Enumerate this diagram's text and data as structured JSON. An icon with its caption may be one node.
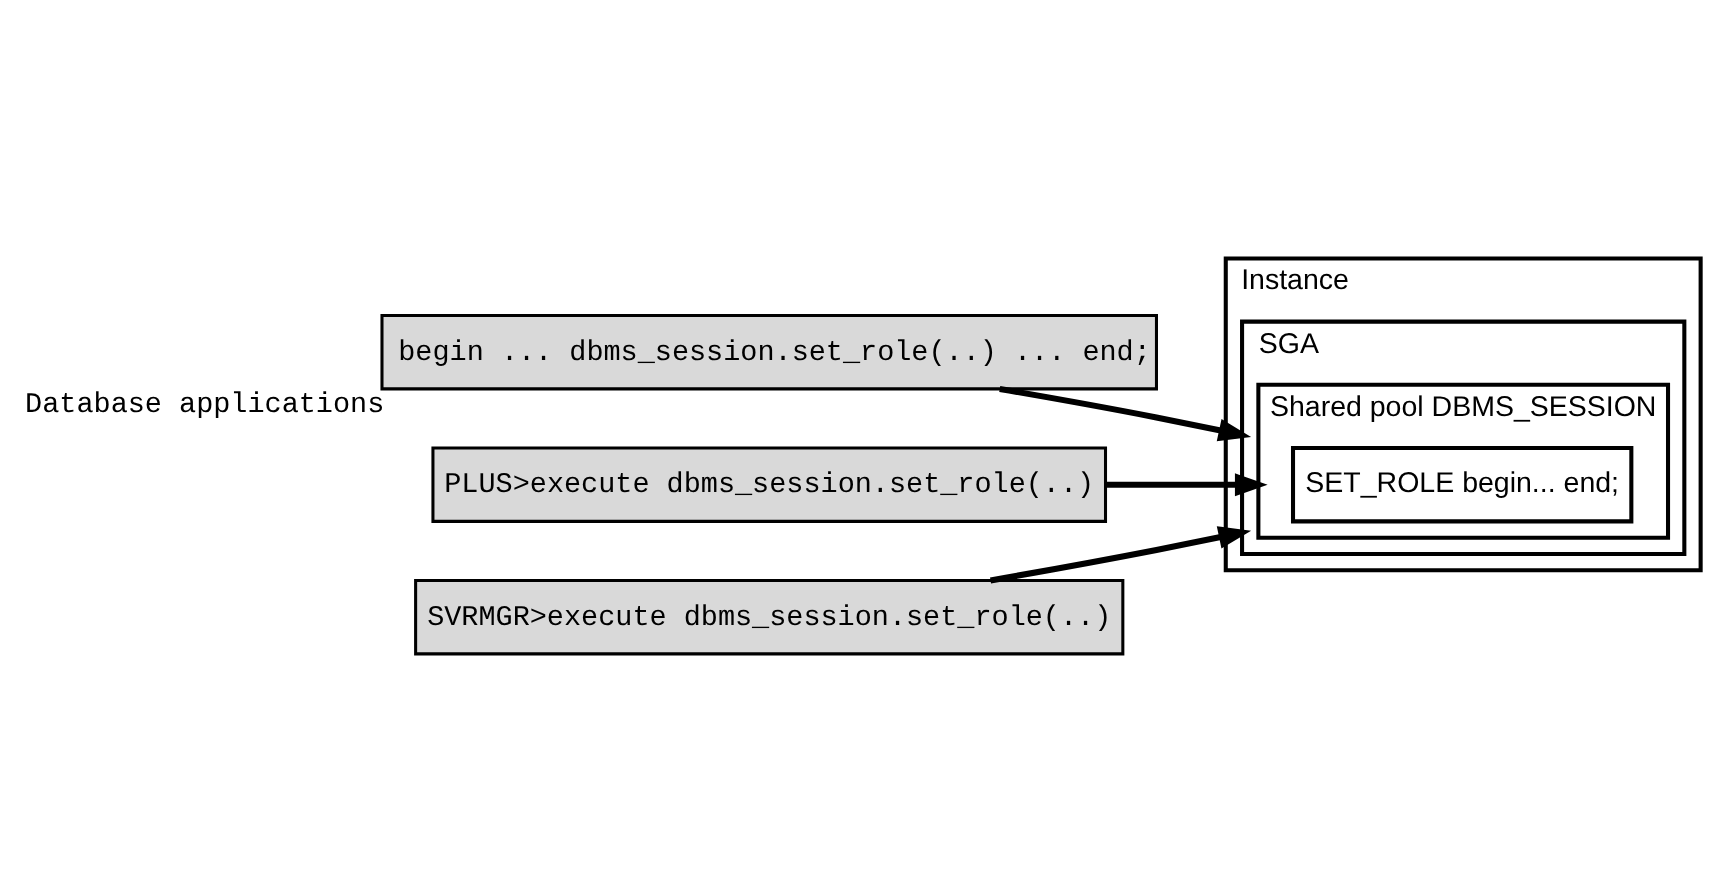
{
  "diagram": {
    "nodes": [
      {
        "text": [
          "Instance"
        ]
      },
      {
        "text": [
          "SGA"
        ],
        "in": 0
      },
      {
        "text": [
          "Shared pool DBMS_SESSION"
        ],
        "in": 1
      },
      {
        "text": [
          "SET_ROLE begin... end;"
        ],
        "in": 2
      },
      {
        "text": [
          "Database applications",
          "begin ... dbms_session.set_role(..) ... end;"
        ]
      },
      {
        "text": [
          "PLUS>execute dbms_session.set_role(..)"
        ]
      },
      {
        "text": [
          "SVRMGR>execute dbms_session.set_role(..)"
        ]
      }
    ],
    "edges": [
      {
        "from": 4,
        "to": 1,
        "arrow": "to"
      },
      {
        "from": 5,
        "to": 2,
        "arrow": "to"
      },
      {
        "from": 6,
        "to": 1,
        "arrow": "to"
      }
    ]
  }
}
